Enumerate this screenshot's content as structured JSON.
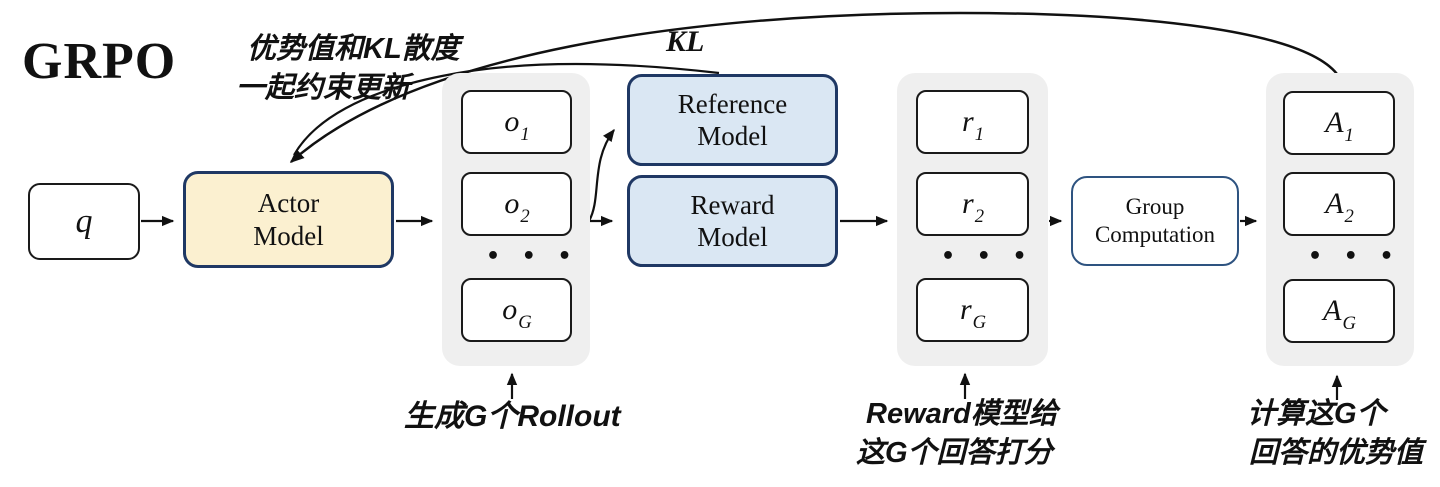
{
  "title": "GRPO",
  "annotations": {
    "constraint_line1": "优势值和KL散度",
    "constraint_line2": "一起约束更新",
    "kl_label": "KL",
    "rollout": "生成G个Rollout",
    "reward_line1": "Reward模型给",
    "reward_line2": "这G个回答打分",
    "advantage_line1": "计算这G个",
    "advantage_line2": "回答的优势值"
  },
  "nodes": {
    "query": {
      "label": "q"
    },
    "actor": {
      "line1": "Actor",
      "line2": "Model"
    },
    "reference": {
      "line1": "Reference",
      "line2": "Model"
    },
    "reward": {
      "line1": "Reward",
      "line2": "Model"
    },
    "group": {
      "line1": "Group",
      "line2": "Computation"
    }
  },
  "groups": {
    "outputs": {
      "items": [
        {
          "base": "o",
          "sub": "1"
        },
        {
          "base": "o",
          "sub": "2"
        },
        {
          "base": "o",
          "sub": "G"
        }
      ],
      "dots": "• • •"
    },
    "rewards": {
      "items": [
        {
          "base": "r",
          "sub": "1"
        },
        {
          "base": "r",
          "sub": "2"
        },
        {
          "base": "r",
          "sub": "G"
        }
      ],
      "dots": "• • •"
    },
    "advantages": {
      "items": [
        {
          "base": "A",
          "sub": "1"
        },
        {
          "base": "A",
          "sub": "2"
        },
        {
          "base": "A",
          "sub": "G"
        }
      ],
      "dots": "• • •"
    }
  },
  "colors": {
    "actor_fill": "#FBF0D0",
    "model_fill": "#DAE7F3",
    "dark_border": "#1F3864",
    "container_bg": "#EFEFEF",
    "line": "#111111"
  }
}
